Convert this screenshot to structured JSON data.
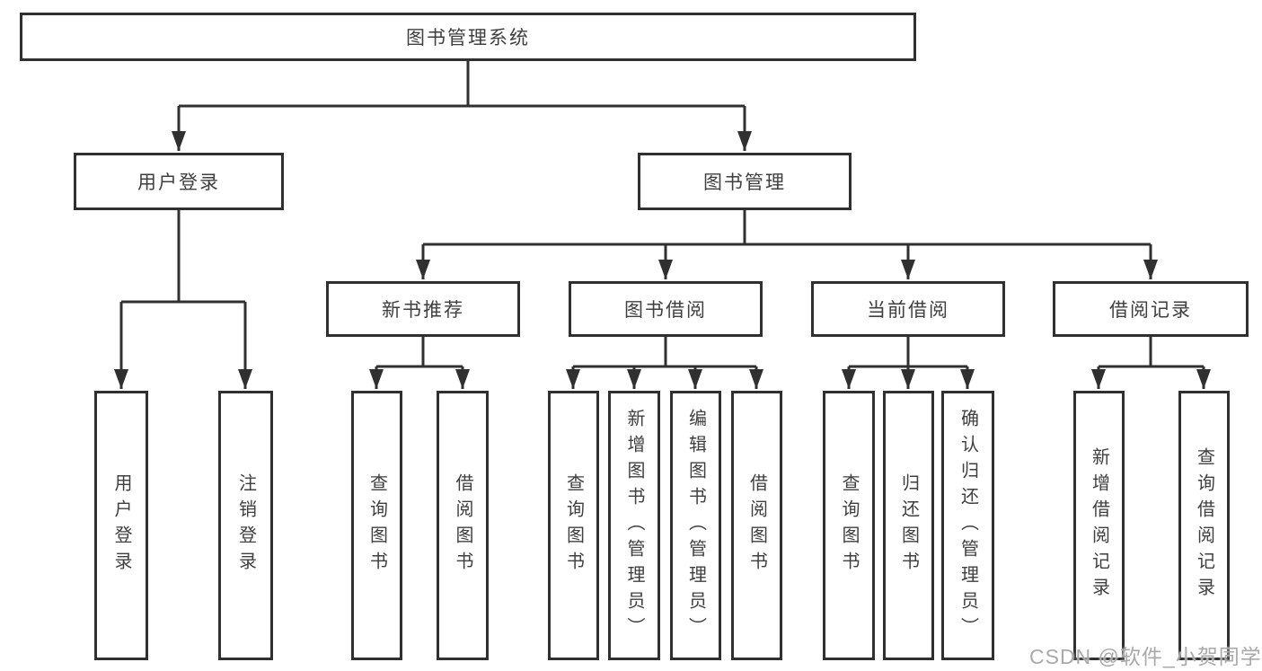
{
  "colors": {
    "line": "#303030",
    "box_border": "#303030",
    "text": "#3f3f3f",
    "watermark": "#a9a9a9",
    "background": "#ffffff"
  },
  "watermark": {
    "text": "CSDN @软件_小贺同学"
  },
  "diagram": {
    "root": {
      "label": "图书管理系统"
    },
    "level1": [
      {
        "label": "用户登录"
      },
      {
        "label": "图书管理"
      }
    ],
    "level2": [
      {
        "label": "新书推荐"
      },
      {
        "label": "图书借阅"
      },
      {
        "label": "当前借阅"
      },
      {
        "label": "借阅记录"
      }
    ],
    "leaves": {
      "user_login": [
        {
          "label": "用户登录"
        },
        {
          "label": "注销登录"
        }
      ],
      "new_book_recommend": [
        {
          "label": "查询图书"
        },
        {
          "label": "借阅图书"
        }
      ],
      "book_borrow": [
        {
          "label": "查询图书"
        },
        {
          "label": "新增图书（管理员）"
        },
        {
          "label": "编辑图书（管理员）"
        },
        {
          "label": "借阅图书"
        }
      ],
      "current_borrow": [
        {
          "label": "查询图书"
        },
        {
          "label": "归还图书"
        },
        {
          "label": "确认归还（管理员）"
        }
      ],
      "borrow_records": [
        {
          "label": "新增借阅记录"
        },
        {
          "label": "查询借阅记录"
        }
      ]
    }
  }
}
